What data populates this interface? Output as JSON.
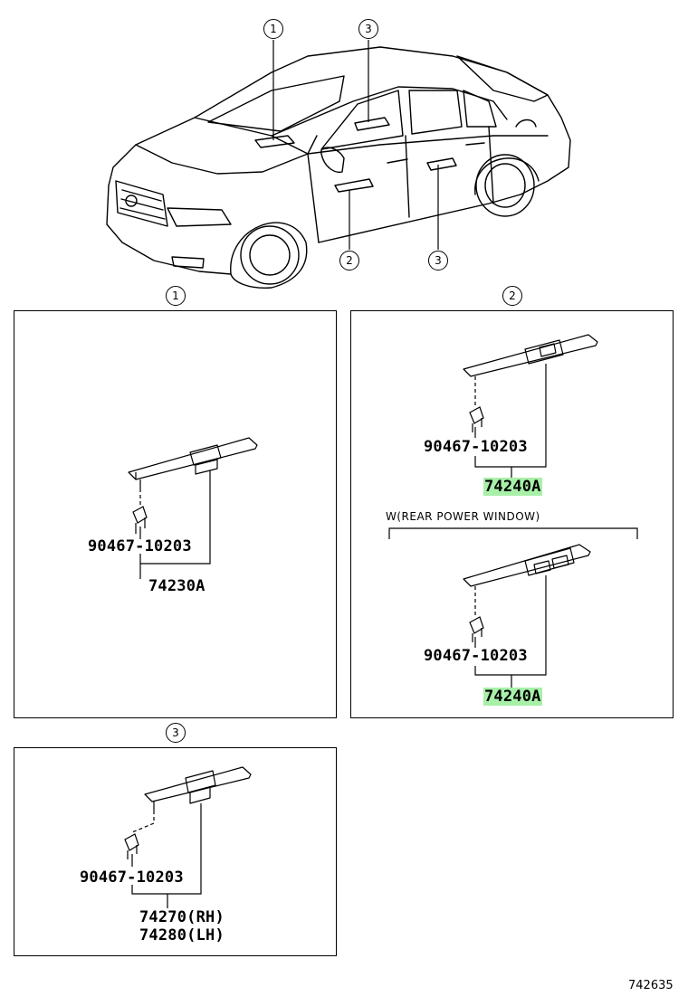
{
  "car_callouts": [
    "1",
    "3",
    "2",
    "3"
  ],
  "panels": {
    "panel_1": {
      "callout": "1",
      "screw_part": "90467-10203",
      "switch_part": "74230A"
    },
    "panel_2": {
      "callout": "2",
      "screw_part": "90467-10203",
      "switch_part": "74240A",
      "variant_note": "W(REAR POWER WINDOW)",
      "variant_screw_part": "90467-10203",
      "variant_switch_part": "74240A"
    },
    "panel_3": {
      "callout": "3",
      "screw_part": "90467-10203",
      "switch_part_rh": "74270(RH)",
      "switch_part_lh": "74280(LH)"
    }
  },
  "diagram_ref": "742635",
  "colors": {
    "highlight": "#a8f0a8",
    "ink": "#000000"
  },
  "icons": [
    "car-icon",
    "window-switch-icon",
    "clip-icon"
  ]
}
